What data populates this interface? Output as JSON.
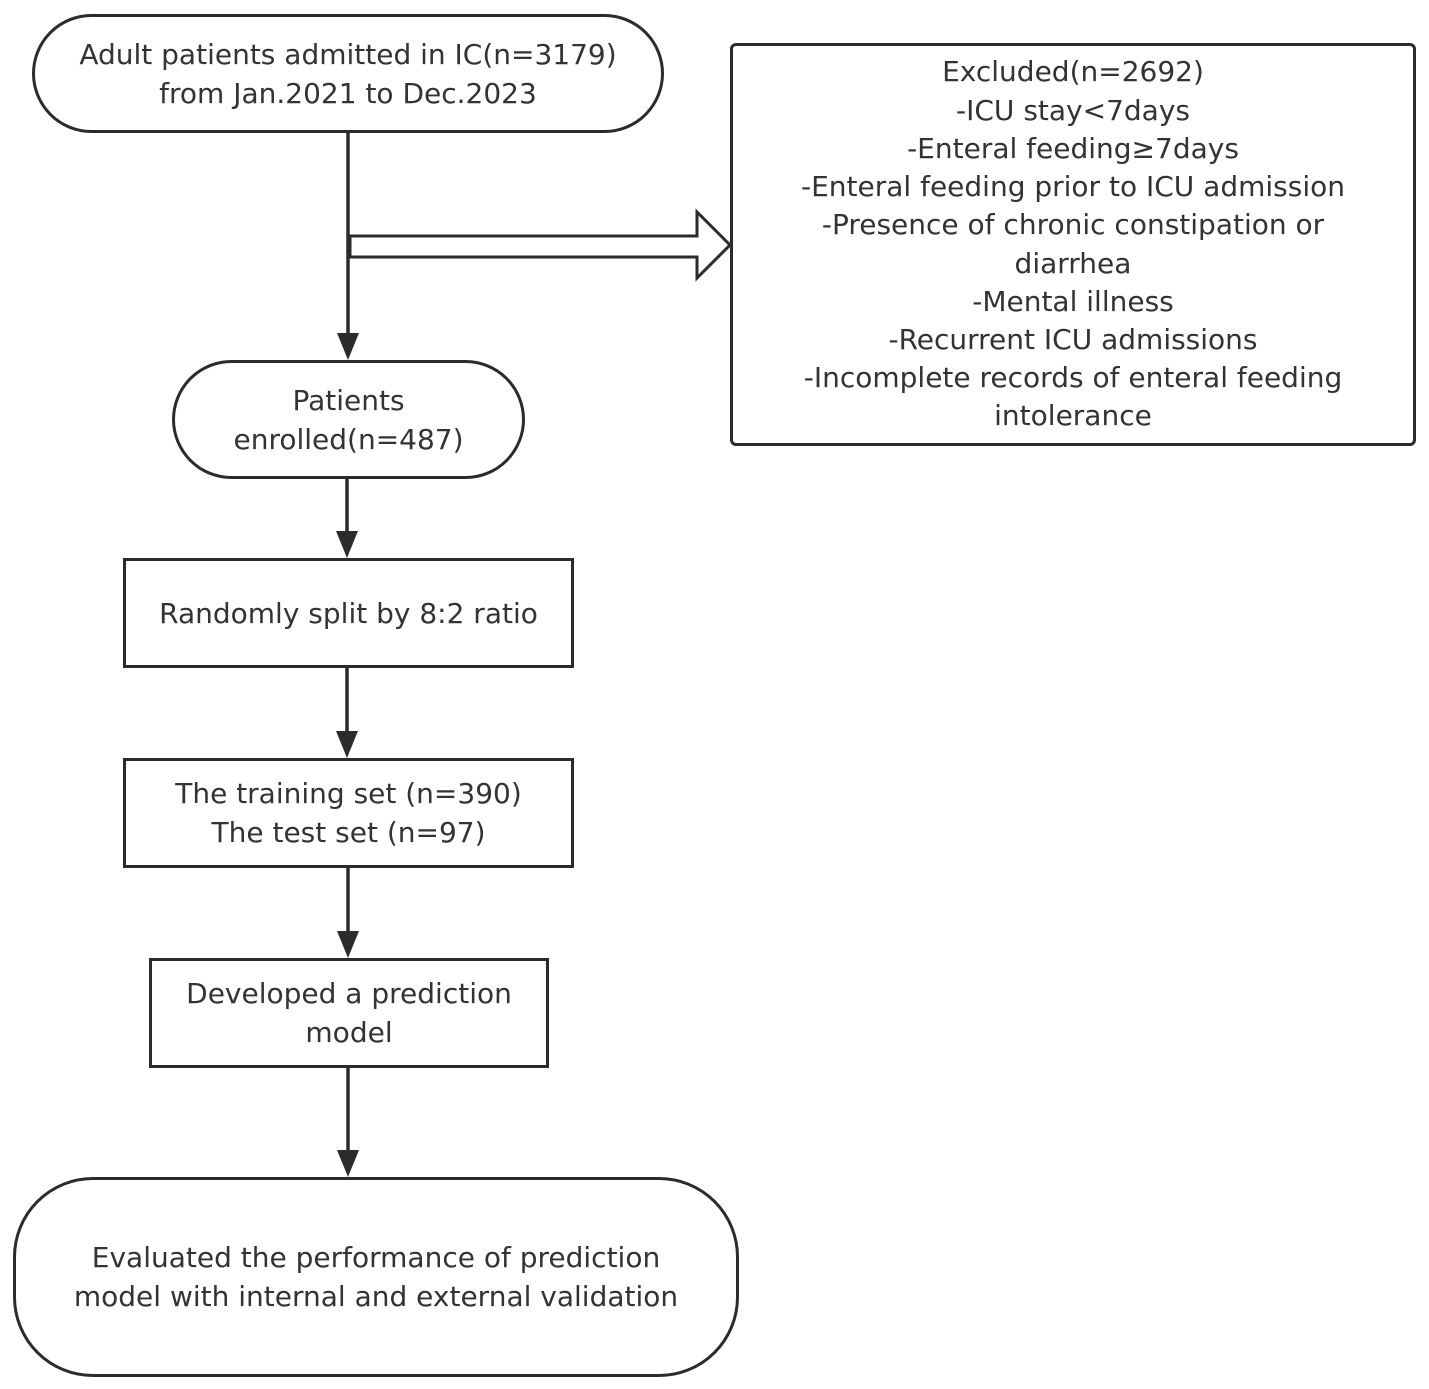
{
  "diagram": {
    "nodes": {
      "admitted": {
        "lines": [
          "Adult patients admitted in IC(n=3179)",
          "from Jan.2021 to Dec.2023"
        ]
      },
      "excluded": {
        "lines": [
          "Excluded(n=2692)",
          "-ICU stay<7days",
          "-Enteral feeding≥7days",
          "-Enteral feeding prior to ICU admission",
          "-Presence of chronic constipation or",
          "diarrhea",
          "-Mental illness",
          "-Recurrent ICU admissions",
          "-Incomplete records of enteral feeding",
          "intolerance"
        ]
      },
      "enrolled": {
        "lines": [
          "Patients",
          "enrolled(n=487)"
        ]
      },
      "split": {
        "lines": [
          "Randomly split by 8:2 ratio"
        ]
      },
      "sets": {
        "lines": [
          "The training set (n=390)",
          "The test set (n=97)"
        ]
      },
      "model": {
        "lines": [
          "Developed a prediction",
          "model"
        ]
      },
      "evaluation": {
        "lines": [
          "Evaluated the performance of prediction",
          "model with internal and external validation"
        ]
      }
    },
    "edges": [
      {
        "from": "admitted",
        "to": "enrolled",
        "style": "solid-arrow"
      },
      {
        "from": "admitted",
        "to": "excluded",
        "style": "hollow-block-arrow"
      },
      {
        "from": "enrolled",
        "to": "split",
        "style": "solid-arrow"
      },
      {
        "from": "split",
        "to": "sets",
        "style": "solid-arrow"
      },
      {
        "from": "sets",
        "to": "model",
        "style": "solid-arrow"
      },
      {
        "from": "model",
        "to": "evaluation",
        "style": "solid-arrow"
      }
    ],
    "colors": {
      "stroke": "#2b2b2b",
      "text": "#333333",
      "background": "#ffffff"
    }
  }
}
